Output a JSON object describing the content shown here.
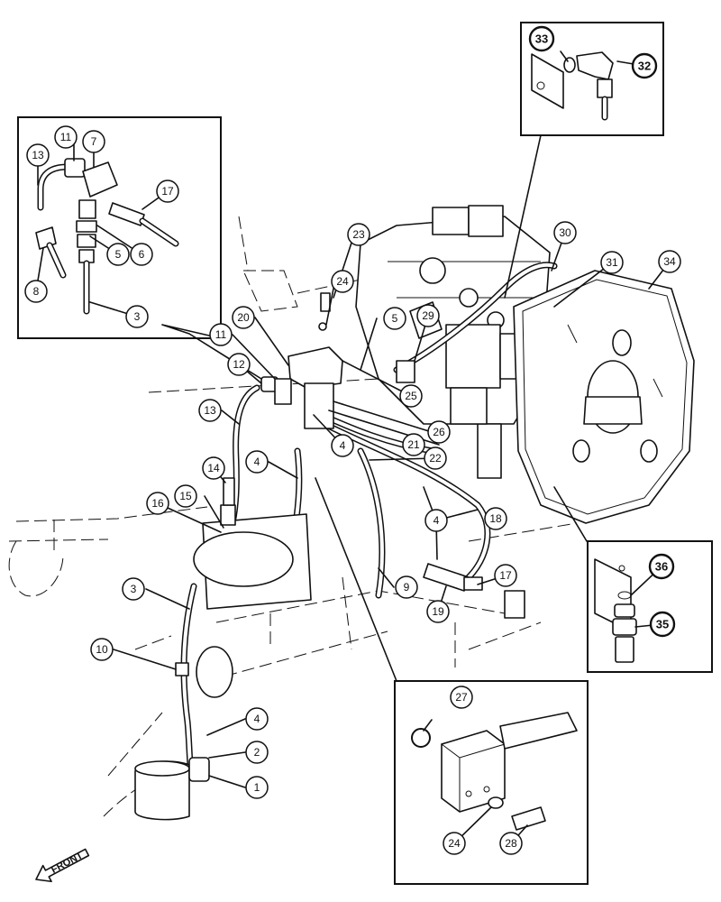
{
  "front_label": "FRONT",
  "callouts": [
    {
      "n": "1"
    },
    {
      "n": "2"
    },
    {
      "n": "3"
    },
    {
      "n": "4"
    },
    {
      "n": "5"
    },
    {
      "n": "6"
    },
    {
      "n": "7"
    },
    {
      "n": "8"
    },
    {
      "n": "9"
    },
    {
      "n": "10"
    },
    {
      "n": "11"
    },
    {
      "n": "12"
    },
    {
      "n": "13"
    },
    {
      "n": "14"
    },
    {
      "n": "15"
    },
    {
      "n": "16"
    },
    {
      "n": "17"
    },
    {
      "n": "18"
    },
    {
      "n": "19"
    },
    {
      "n": "20"
    },
    {
      "n": "21"
    },
    {
      "n": "22"
    },
    {
      "n": "23"
    },
    {
      "n": "24"
    },
    {
      "n": "25"
    },
    {
      "n": "26"
    },
    {
      "n": "27"
    },
    {
      "n": "28"
    },
    {
      "n": "29"
    },
    {
      "n": "30"
    },
    {
      "n": "31"
    },
    {
      "n": "32"
    },
    {
      "n": "33"
    },
    {
      "n": "34"
    },
    {
      "n": "35"
    },
    {
      "n": "36"
    }
  ]
}
